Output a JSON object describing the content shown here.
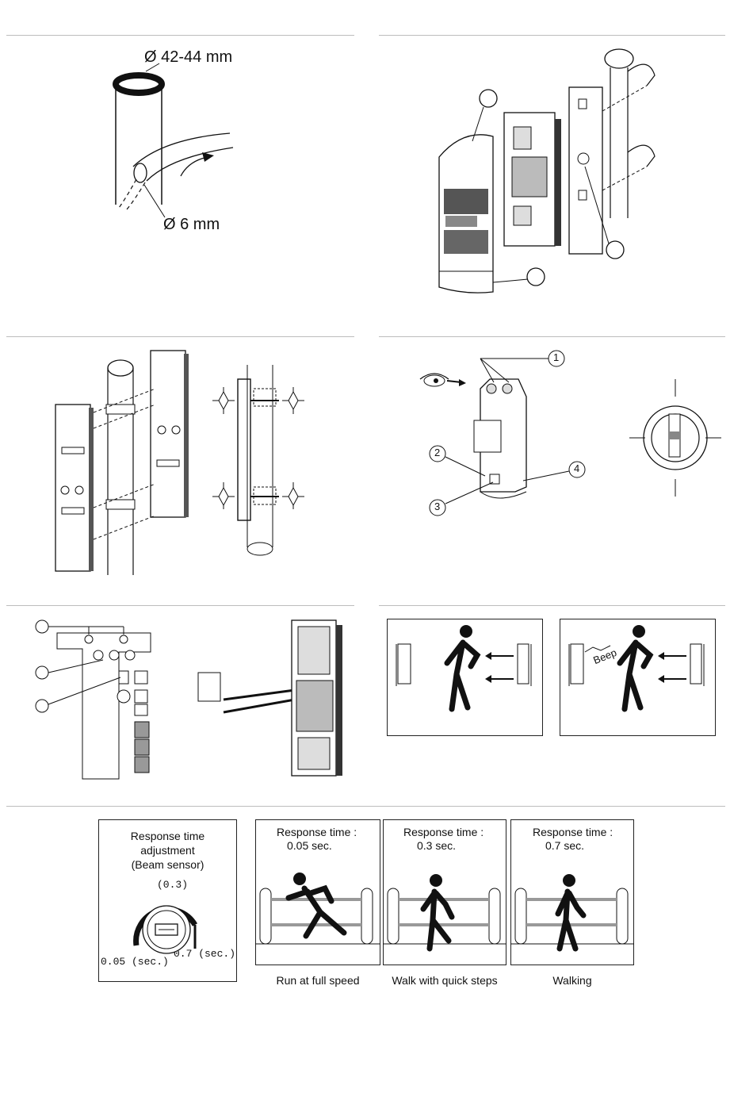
{
  "fig1": {
    "pole_diameter": "Ø 42-44 mm",
    "cable_diameter": "Ø 6 mm"
  },
  "fig3": {
    "callouts": [
      "1",
      "2",
      "3",
      "4"
    ]
  },
  "fig5": {
    "beep": "Beep"
  },
  "fig6": {
    "dial_title_line1": "Response time",
    "dial_title_line2": "adjustment",
    "dial_title_line3": "(Beam sensor)",
    "dial_mid": "(0.3)",
    "dial_min": "0.05 (sec.)",
    "dial_max": "0.7 (sec.)",
    "panels": [
      {
        "title": "Response time :",
        "value": "0.05 sec.",
        "caption": "Run at full speed"
      },
      {
        "title": "Response time :",
        "value": "0.3 sec.",
        "caption": "Walk with quick steps"
      },
      {
        "title": "Response time :",
        "value": "0.7 sec.",
        "caption": "Walking"
      }
    ]
  }
}
